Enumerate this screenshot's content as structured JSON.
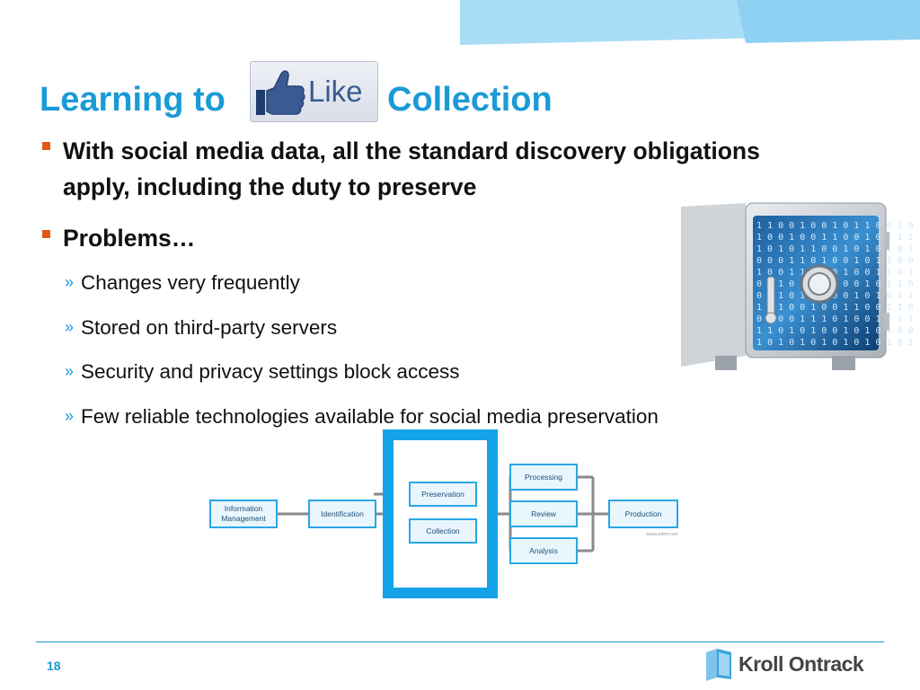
{
  "slide": {
    "title_part1": "Learning to",
    "like_badge_text": "Like",
    "title_part2": "Collection",
    "bullets": [
      "With social media data, all the standard discovery obligations apply, including the duty to preserve",
      "Problems…"
    ],
    "sub_bullets": [
      "Changes very frequently",
      "Stored on third-party servers",
      "Security and privacy settings block access",
      "Few reliable technologies available for social media preservation"
    ],
    "sub_bullet_marker": "»",
    "diagram": {
      "boxes": {
        "information_management": [
          "Information",
          "Management"
        ],
        "identification": "Identification",
        "preservation": "Preservation",
        "collection": "Collection",
        "processing": "Processing",
        "review": "Review",
        "analysis": "Analysis",
        "production": "Production"
      },
      "watermark": "www.edrm.net"
    },
    "safe_binary_rows": [
      "110010010110010",
      "100100110010011",
      "101011001010101",
      "000110100101100",
      "100110101001101",
      "011001010010110",
      "001010100101011",
      "101001001100110",
      "010011101001011",
      "110101001010100",
      "101010101010101"
    ],
    "page_number": "18",
    "logo_text": "Kroll Ontrack",
    "colors": {
      "accent_blue": "#1a9ad6",
      "bullet_orange": "#e05a13",
      "logo_blue": "#3aa3dc"
    }
  }
}
